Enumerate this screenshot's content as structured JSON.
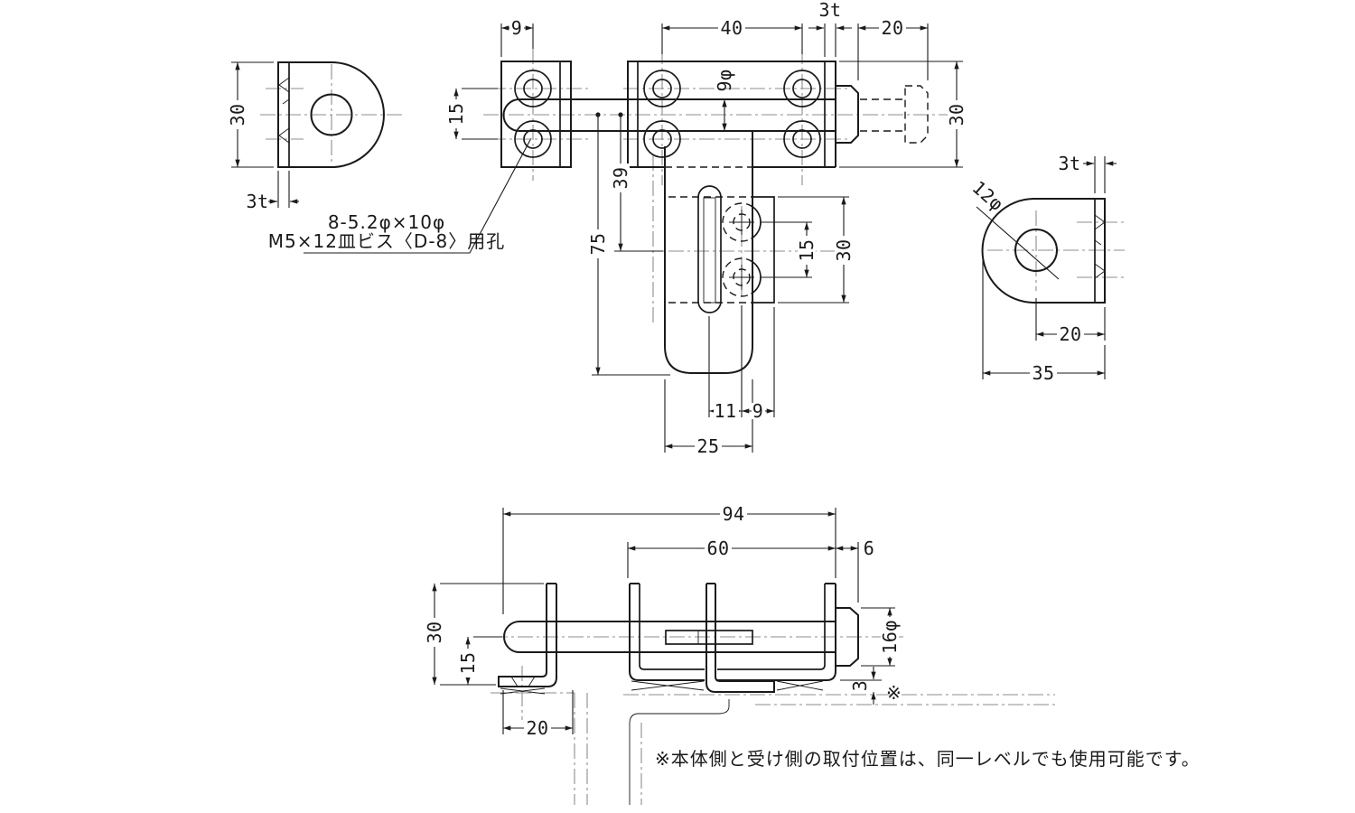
{
  "labels": {
    "hole_note_1": "8-5.2φ×10φ",
    "hole_note_2": "M5×12皿ビス〈D-8〉用孔",
    "footnote": "※本体側と受け側の取付位置は、同一レベルでも使用可能です。"
  },
  "dims": {
    "tab_left_height": "30",
    "tab_left_thickness": "3t",
    "plan_edge_hole": "9",
    "plan_hole_span": "40",
    "plan_flange": "3t",
    "plan_stroke": "20",
    "plan_height": "30",
    "plan_pitch": "15",
    "plan_rod_dia": "9φ",
    "plan_drop_center": "39",
    "plan_drop_length": "75",
    "plan_recv_pitch": "15",
    "plan_recv_height": "30",
    "plan_slot_hole": "11",
    "plan_hole_edge": "9",
    "plan_drop_width": "25",
    "tabr_hole_dia": "12φ",
    "tabr_thickness": "3t",
    "tabr_hole_edge": "20",
    "tabr_width": "35",
    "side_overall": "94",
    "side_body": "60",
    "side_knob_offset": "6",
    "side_height": "30",
    "side_center_height": "15",
    "side_knob_dia": "16φ",
    "side_foot": "20",
    "side_level_gap": "3",
    "side_gap_ref": "※"
  },
  "colors": {
    "line": "#1a1a1a",
    "centerline": "#8e8e8e",
    "background": "#ffffff"
  }
}
